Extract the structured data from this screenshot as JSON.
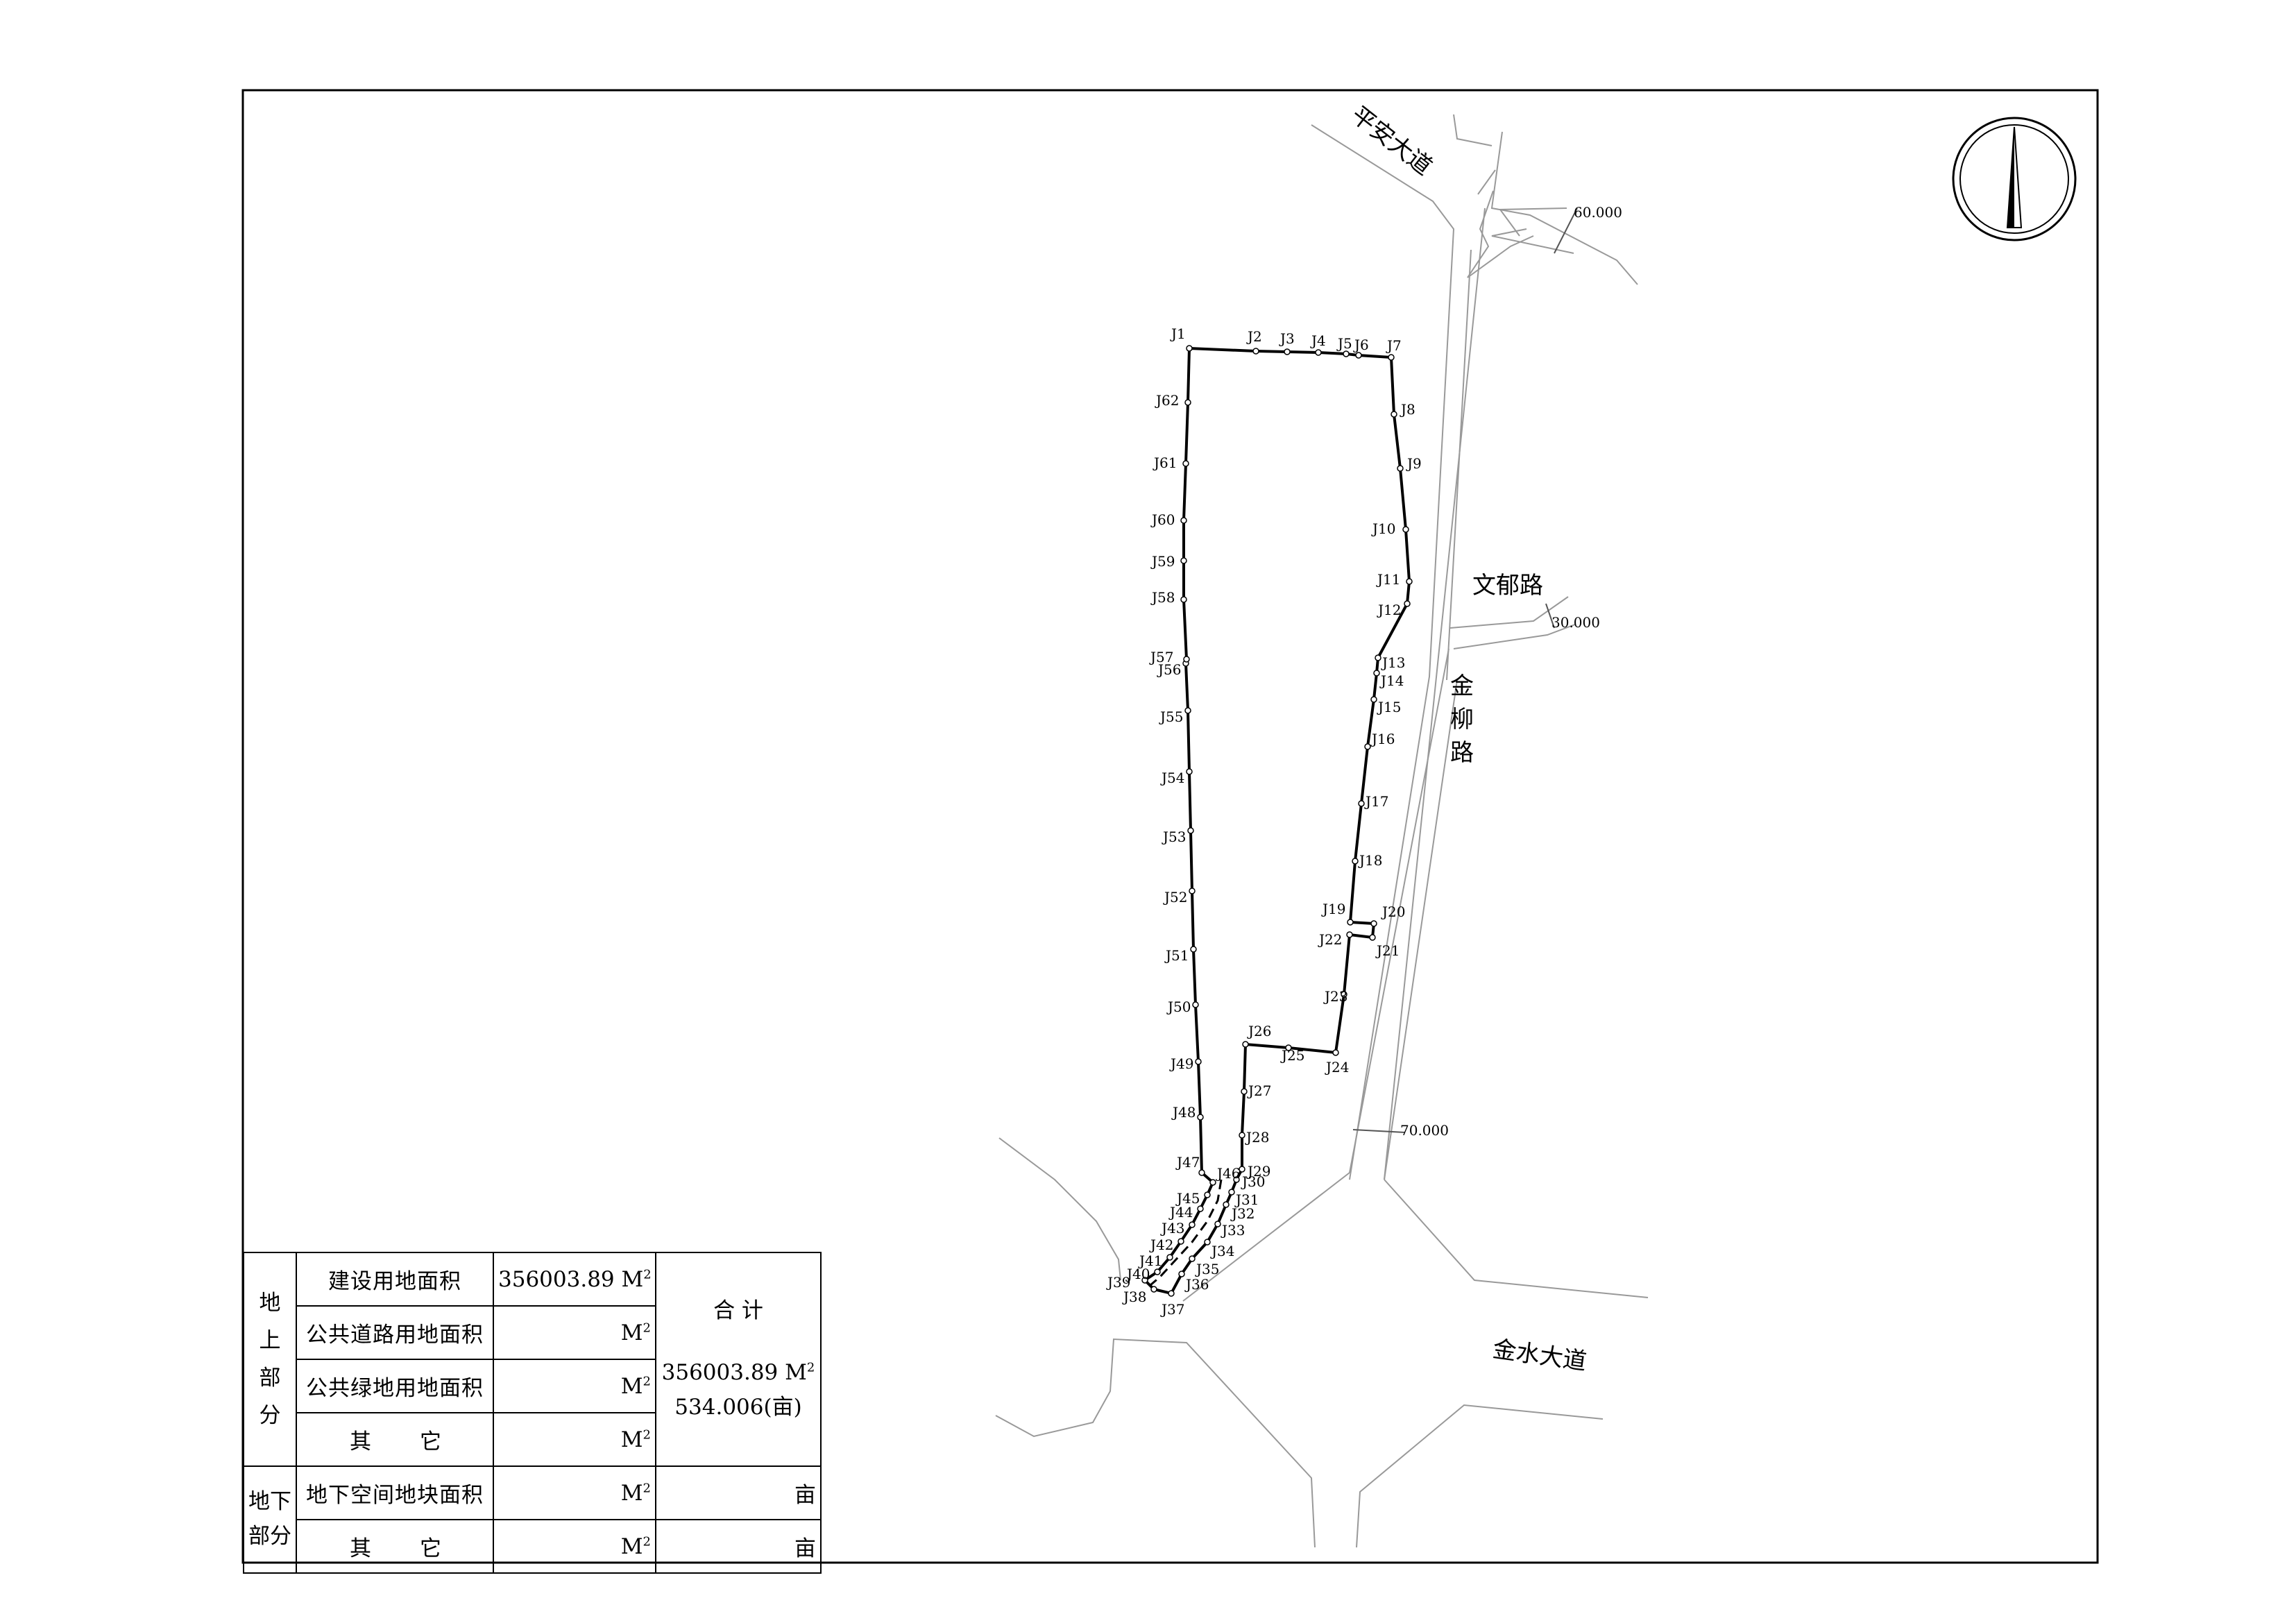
{
  "roads": {
    "pingan": "平安大道",
    "wenyu": "文郁路",
    "jinliu": "金柳路",
    "jinshui": "金水大道"
  },
  "road_widths": {
    "pingan": "60.000",
    "wenyu": "30.000",
    "jinliu": "70.000"
  },
  "boundary_points": [
    "J1",
    "J2",
    "J3",
    "J4",
    "J5",
    "J6",
    "J7",
    "J8",
    "J9",
    "J10",
    "J11",
    "J12",
    "J13",
    "J14",
    "J15",
    "J16",
    "J17",
    "J18",
    "J19",
    "J20",
    "J21",
    "J22",
    "J23",
    "J24",
    "J25",
    "J26",
    "J27",
    "J28",
    "J29",
    "J30",
    "J31",
    "J32",
    "J33",
    "J34",
    "J35",
    "J36",
    "J37",
    "J38",
    "J39",
    "J40",
    "J41",
    "J42",
    "J43",
    "J44",
    "J45",
    "J46",
    "J47",
    "J48",
    "J49",
    "J50",
    "J51",
    "J52",
    "J53",
    "J54",
    "J55",
    "J56",
    "J57",
    "J58",
    "J59",
    "J60",
    "J61",
    "J62"
  ],
  "compass": {
    "icon": "north-arrow-icon"
  },
  "table": {
    "above_group": [
      "地",
      "上",
      "部",
      "分"
    ],
    "below_group": [
      "地下",
      "部分"
    ],
    "rows": [
      {
        "name": "建设用地面积",
        "value": "356003.89",
        "unit": "M",
        "sup": "2"
      },
      {
        "name": "公共道路用地面积",
        "value": "",
        "unit": "M",
        "sup": "2"
      },
      {
        "name": "公共绿地用地面积",
        "value": "",
        "unit": "M",
        "sup": "2"
      },
      {
        "name": "其它",
        "value": "",
        "unit": "M",
        "sup": "2"
      },
      {
        "name": "地下空间地块面积",
        "value": "",
        "unit": "M",
        "sup": "2"
      },
      {
        "name": "其它",
        "value": "",
        "unit": "M",
        "sup": "2"
      }
    ],
    "total_label": "合 计",
    "total_value": "356003.89",
    "total_unit": "M",
    "total_sup": "2",
    "total_mu": "534.006(亩)",
    "mu_unit": "亩"
  }
}
